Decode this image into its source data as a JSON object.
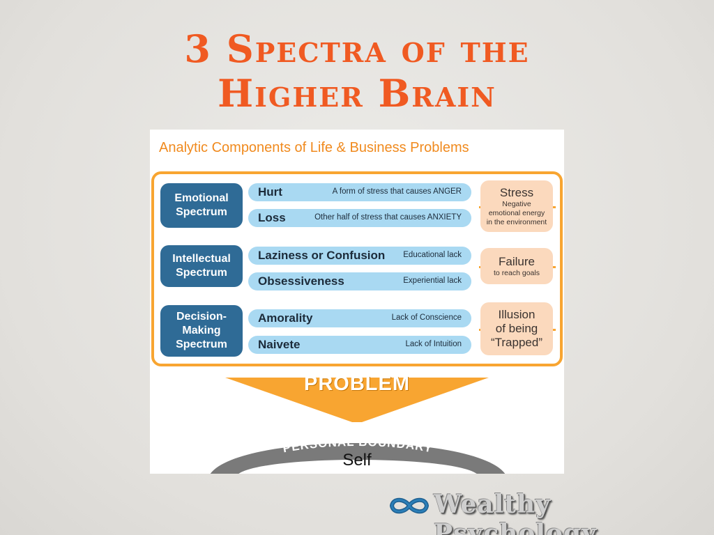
{
  "slide": {
    "title_line1": "3 Spectra of the",
    "title_line2": "Higher Brain"
  },
  "diagram": {
    "heading": "Analytic Components of Life & Business Problems",
    "spectra": [
      {
        "label": "Emotional\nSpectrum",
        "items": [
          {
            "name": "Hurt",
            "desc": "A form of stress that causes ANGER"
          },
          {
            "name": "Loss",
            "desc": "Other half of stress that causes ANXIETY"
          }
        ],
        "result": {
          "title": "Stress",
          "sub": "Negative\nemotional energy\nin the environment"
        }
      },
      {
        "label": "Intellectual\nSpectrum",
        "items": [
          {
            "name": "Laziness or Confusion",
            "desc": "Educational lack"
          },
          {
            "name": "Obsessiveness",
            "desc": "Experiential lack"
          }
        ],
        "result": {
          "title": "Failure",
          "sub": "to reach goals"
        }
      },
      {
        "label": "Decision-\nMaking\nSpectrum",
        "items": [
          {
            "name": "Amorality",
            "desc": "Lack of Conscience"
          },
          {
            "name": "Naivete",
            "desc": "Lack of Intuition"
          }
        ],
        "result": {
          "title": "Illusion\nof being\n“Trapped”",
          "sub": ""
        }
      }
    ],
    "problem_label": "PROBLEM",
    "boundary_label": "PERSONAL BOUNDARY",
    "self_label": "Self"
  },
  "branding": {
    "logo_text": "Wealthy Psychology"
  },
  "colors": {
    "title": "#f05a22",
    "heading": "#f08a1e",
    "frame": "#f8a531",
    "spectrum_box": "#2f6b96",
    "pill": "#a9d9f2",
    "result_box": "#fbd9bd",
    "boundary": "#7a7a7a"
  }
}
